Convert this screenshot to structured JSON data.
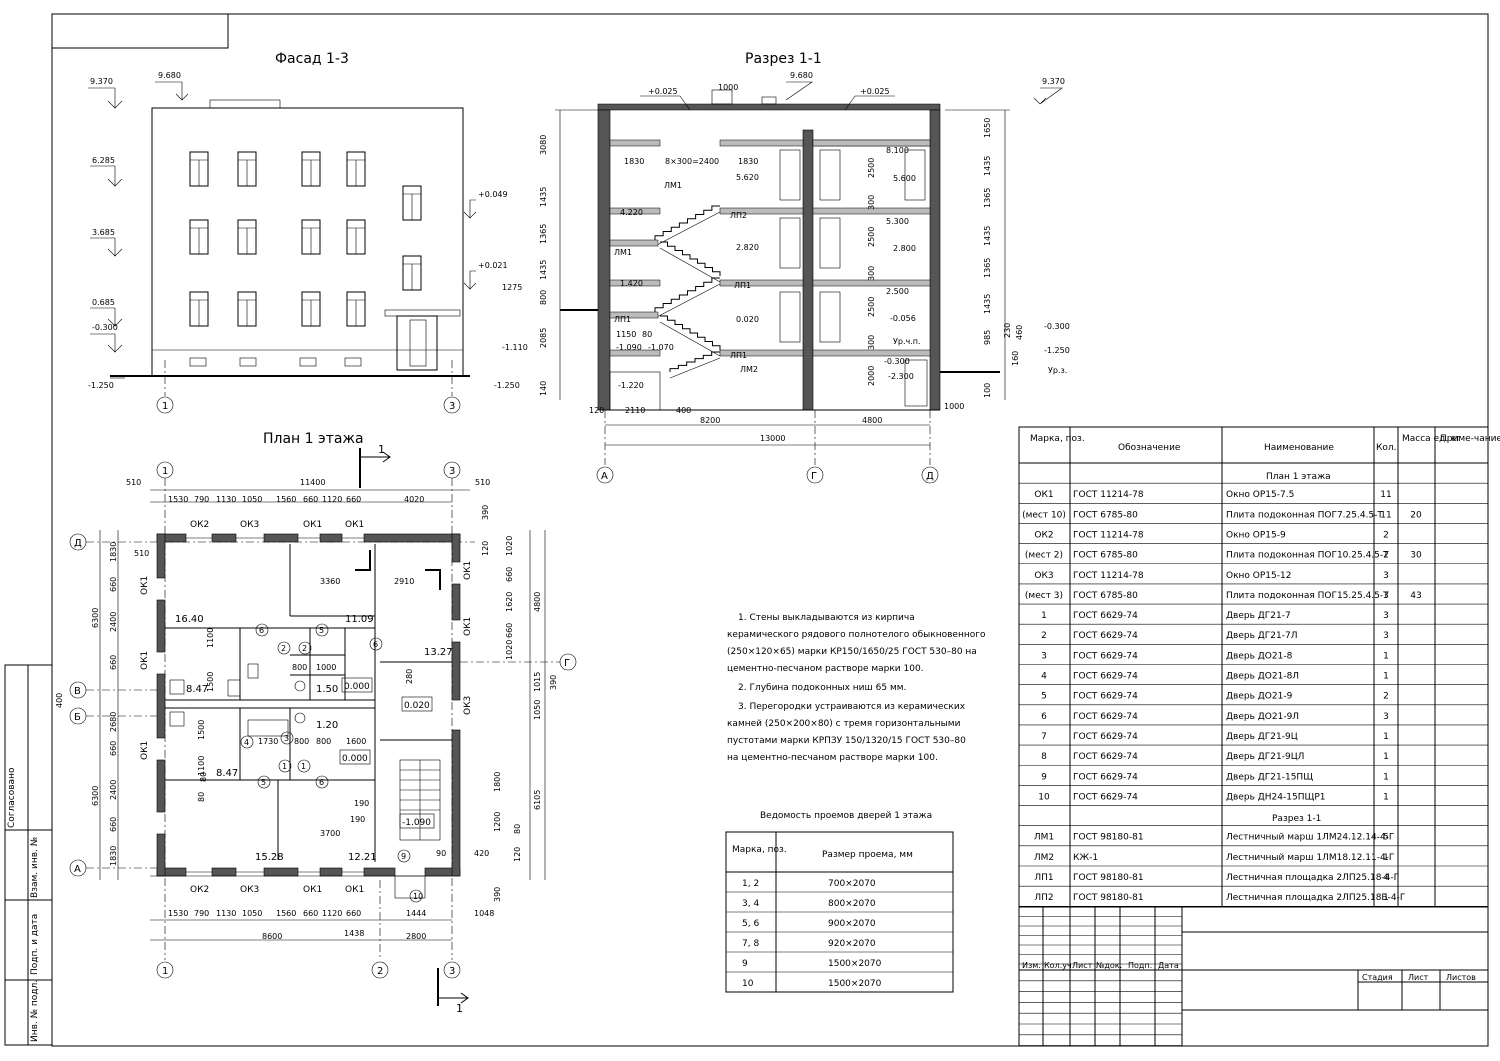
{
  "titles": {
    "facade": "Фасад 1-3",
    "section": "Разрез 1-1",
    "plan": "План 1 этажа",
    "door_sched": "Ведомость проемов дверей 1 этажа"
  },
  "facade": {
    "levels": [
      "9.370",
      "9.680",
      "6.285",
      "3.685",
      "0.685",
      "-0.300",
      "-1.250"
    ],
    "marks": [
      "+0.049",
      "+0.021"
    ],
    "axes": [
      "1",
      "3"
    ]
  },
  "section": {
    "top": [
      "+0.025",
      "1000",
      "9.680",
      "+0.025",
      "9.370"
    ],
    "heights_left": [
      "3080",
      "1435",
      "1365",
      "1435",
      "800",
      "2085",
      "140"
    ],
    "levels_left": [
      "1275",
      "-1.110",
      "-1.250"
    ],
    "stair_labels": [
      "ЛМ1",
      "ЛП2",
      "ЛП1",
      "ЛМ1",
      "ЛП1",
      "ЛП1",
      "ЛМ2"
    ],
    "stair_dims": [
      "1830",
      "8×300=2400",
      "1830",
      "5.620",
      "4.220",
      "2.820",
      "1.420",
      "0.020",
      "1150",
      "80",
      "-1.090",
      "-1.070",
      "-1.220",
      "120",
      "2110",
      "400"
    ],
    "room_levels": [
      "8.100",
      "5.600",
      "5.300",
      "2.800",
      "2.500",
      "-0.056",
      "Ур.ч.п.",
      "-0.300",
      "-2.300"
    ],
    "room_heights": [
      "2500",
      "300",
      "2500",
      "300",
      "2500",
      "300",
      "2000"
    ],
    "right_dims": [
      "1650",
      "1435",
      "1365",
      "1435",
      "1365",
      "1435",
      "985",
      "230",
      "460",
      "160",
      "100"
    ],
    "right_levels": [
      "-0.300",
      "-1.250",
      "Ур.з.",
      "1000"
    ],
    "bottom_dims": [
      "8200",
      "4800",
      "13000"
    ],
    "axes": [
      "А",
      "Г",
      "Д"
    ]
  },
  "plan": {
    "section_mark": "1",
    "top_dims": [
      "510",
      "11400",
      "510",
      "1530",
      "790",
      "1130",
      "1050",
      "1560",
      "660",
      "1120",
      "660",
      "4020"
    ],
    "bottom_dims": [
      "1530",
      "790",
      "1130",
      "1050",
      "1560",
      "660",
      "1120",
      "660",
      "8600",
      "1438",
      "2800",
      "1444",
      "1048"
    ],
    "left_dims": [
      "1830",
      "510",
      "660",
      "2400",
      "660",
      "400",
      "2680",
      "660",
      "2400",
      "660",
      "1830",
      "6300",
      "6300"
    ],
    "right_dims": [
      "390",
      "120",
      "1020",
      "660",
      "1620",
      "660",
      "1020",
      "4800",
      "1015",
      "390",
      "1050",
      "1800",
      "1200",
      "80",
      "120",
      "6105",
      "390"
    ],
    "windows": [
      "ОК2",
      "ОК3",
      "ОК1",
      "ОК1",
      "ОК1",
      "ОК1",
      "ОК1",
      "ОК3",
      "ОК2",
      "ОК3",
      "ОК1",
      "ОК1",
      "ОК1",
      "ОК1"
    ],
    "areas": [
      "16.40",
      "11.09",
      "13.27",
      "8.47",
      "1.50",
      "1.20",
      "8.47",
      "15.28",
      "12.21"
    ],
    "levels": [
      "0.000",
      "0.020",
      "0.000",
      "-1.090"
    ],
    "inner_dims": [
      "3360",
      "2910",
      "1100",
      "800",
      "1000",
      "1500",
      "1730",
      "800",
      "800",
      "1600",
      "1500",
      "1100",
      "80",
      "190",
      "190",
      "3700",
      "280",
      "90",
      "420",
      "80"
    ],
    "axes_v": [
      "1",
      "2",
      "3"
    ],
    "axes_h": [
      "Д",
      "Г",
      "В",
      "Б",
      "А"
    ],
    "door_marks": [
      "6",
      "5",
      "2",
      "2",
      "6",
      "4",
      "3",
      "5",
      "1",
      "1",
      "6",
      "9",
      "10"
    ]
  },
  "notes": [
    "1. Стены выкладываются из кирпича",
    "керамического рядового полнотелого обыкновенного",
    "(250×120×65) марки КР150/1650/25 ГОСТ 530–80 на",
    "цементно-песчаном растворе марки 100.",
    "2. Глубина подоконных ниш 65 мм.",
    "3. Перегородки устраиваются из керамических",
    "камней (250×200×80) с тремя горизонтальными",
    "пустотами марки КРПЗУ 150/1320/15 ГОСТ 530–80",
    "на цементно-песчаном растворе марки 100."
  ],
  "door_schedule": {
    "headers": [
      "Марка, поз.",
      "Размер проема, мм"
    ],
    "rows": [
      [
        "1, 2",
        "700×2070"
      ],
      [
        "3, 4",
        "800×2070"
      ],
      [
        "5, 6",
        "900×2070"
      ],
      [
        "7, 8",
        "920×2070"
      ],
      [
        "9",
        "1500×2070"
      ],
      [
        "10",
        "1500×2070"
      ]
    ]
  },
  "spec": {
    "headers": [
      "Марка, поз.",
      "Обозначение",
      "Наименование",
      "Кол.",
      "Масса ед. кг",
      "Приме-чание"
    ],
    "section1": "План 1 этажа",
    "rows1": [
      [
        "ОК1",
        "ГОСТ 11214-78",
        "Окно ОР15-7.5",
        "11",
        ""
      ],
      [
        "(мест 10)",
        "ГОСТ 6785-80",
        "Плита подоконная ПОГ7.25.4.5-Т",
        "11",
        "20"
      ],
      [
        "ОК2",
        "ГОСТ 11214-78",
        "Окно ОР15-9",
        "2",
        ""
      ],
      [
        "(мест 2)",
        "ГОСТ 6785-80",
        "Плита подоконная ПОГ10.25.4.5-Т",
        "2",
        "30"
      ],
      [
        "ОК3",
        "ГОСТ 11214-78",
        "Окно ОР15-12",
        "3",
        ""
      ],
      [
        "(мест 3)",
        "ГОСТ 6785-80",
        "Плита подоконная ПОГ15.25.4.5-Т",
        "3",
        "43"
      ],
      [
        "1",
        "ГОСТ 6629-74",
        "Дверь ДГ21-7",
        "3",
        ""
      ],
      [
        "2",
        "ГОСТ 6629-74",
        "Дверь ДГ21-7Л",
        "3",
        ""
      ],
      [
        "3",
        "ГОСТ 6629-74",
        "Дверь ДО21-8",
        "1",
        ""
      ],
      [
        "4",
        "ГОСТ 6629-74",
        "Дверь ДО21-8Л",
        "1",
        ""
      ],
      [
        "5",
        "ГОСТ 6629-74",
        "Дверь ДО21-9",
        "2",
        ""
      ],
      [
        "6",
        "ГОСТ 6629-74",
        "Дверь ДО21-9Л",
        "3",
        ""
      ],
      [
        "7",
        "ГОСТ 6629-74",
        "Дверь ДГ21-9Ц",
        "1",
        ""
      ],
      [
        "8",
        "ГОСТ 6629-74",
        "Дверь ДГ21-9ЦЛ",
        "1",
        ""
      ],
      [
        "9",
        "ГОСТ 6629-74",
        "Дверь ДГ21-15ПЩ",
        "1",
        ""
      ],
      [
        "10",
        "ГОСТ 6629-74",
        "Дверь ДН24-15ПЩР1",
        "1",
        ""
      ]
    ],
    "section2": "Разрез 1-1",
    "rows2": [
      [
        "ЛМ1",
        "ГОСТ 98180-81",
        "Лестничный марш 1ЛМ24.12.14-4-Г",
        "5",
        ""
      ],
      [
        "ЛМ2",
        "КЖ-1",
        "Лестничный марш 1ЛМ18.12.11-4-Г",
        "1",
        ""
      ],
      [
        "ЛП1",
        "ГОСТ 98180-81",
        "Лестничная площадка 2ЛП25.18-4-Г",
        "4",
        ""
      ],
      [
        "ЛП2",
        "ГОСТ 98180-81",
        "Лестничная площадка 2ЛП25.18Б-4-Г",
        "1",
        ""
      ]
    ]
  },
  "title_block": {
    "cols": [
      "Изм.",
      "Кол.уч",
      "Лист",
      "№док.",
      "Подп.",
      "Дата"
    ],
    "stage": [
      "Стадия",
      "Лист",
      "Листов"
    ]
  },
  "side_stamp": [
    "Согласовано",
    "Взам. инв. №",
    "Подп. и дата",
    "Инв. № подл."
  ]
}
